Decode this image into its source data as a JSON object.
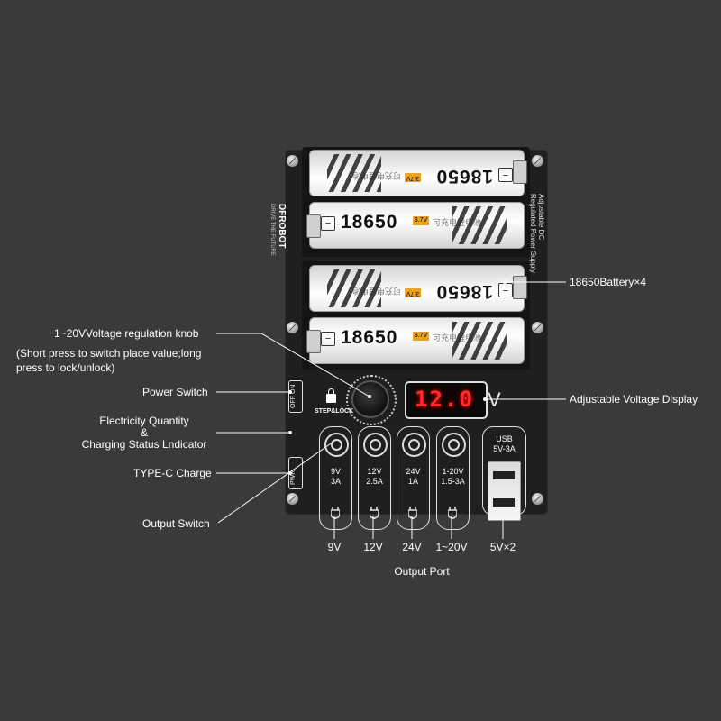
{
  "callouts": {
    "battery": "18650Battery×4",
    "knob_line1": "1~20VVoltage regulation knob",
    "knob_line2": "(Short press to switch place value;long",
    "knob_line3": "press to lock/unlock)",
    "display": "Adjustable Voltage Display",
    "power_switch": "Power Switch",
    "indicator_line1": "Electricity Quantity",
    "indicator_line2": "&",
    "indicator_line3": "Charging Status Lndicator",
    "typec": "TYPE-C Charge",
    "output_switch": "Output Switch",
    "output_port": "Output Port"
  },
  "ports": [
    {
      "spec1": "9V",
      "spec2": "3A",
      "label": "9V"
    },
    {
      "spec1": "12V",
      "spec2": "2.5A",
      "label": "12V"
    },
    {
      "spec1": "24V",
      "spec2": "1A",
      "label": "24V"
    },
    {
      "spec1": "1-20V",
      "spec2": "1.5-3A",
      "label": "1~20V"
    }
  ],
  "usb": {
    "line1": "USB",
    "line2": "5V-3A",
    "label": "5V×2"
  },
  "board": {
    "display_value": "12.0",
    "unit": "V",
    "step_lock": "STEP&LOCK",
    "switch_text": "OFF ON",
    "typec_text": "PWR",
    "brand": "DFROBOT",
    "brand_tag": "DRIVE THE FUTURE",
    "side_text1": "Adjustable DC",
    "side_text2": "Regulated Power Supply"
  },
  "batteries": [
    {
      "model": "18650",
      "volt": "3.7V",
      "cn": "可充电锂电池",
      "flipped": true
    },
    {
      "model": "18650",
      "volt": "3.7V",
      "cn": "可充电锂电池",
      "flipped": false
    },
    {
      "model": "18650",
      "volt": "3.7V",
      "cn": "可充电锂电池",
      "flipped": true
    },
    {
      "model": "18650",
      "volt": "3.7V",
      "cn": "可充电锂电池",
      "flipped": false
    }
  ],
  "colors": {
    "background": "#3a3a3b",
    "board": "#1e1f21",
    "display_digits": "#ff2a2a",
    "battery_tag": "#e8a323"
  }
}
